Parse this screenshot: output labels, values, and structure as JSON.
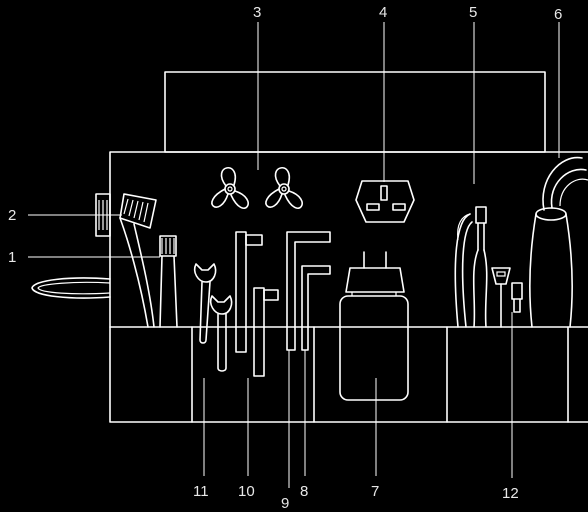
{
  "callouts": [
    {
      "id": "c1",
      "label": "1"
    },
    {
      "id": "c2",
      "label": "2"
    },
    {
      "id": "c3",
      "label": "3"
    },
    {
      "id": "c4",
      "label": "4"
    },
    {
      "id": "c5",
      "label": "5"
    },
    {
      "id": "c6",
      "label": "6"
    },
    {
      "id": "c7",
      "label": "7"
    },
    {
      "id": "c8",
      "label": "8"
    },
    {
      "id": "c9",
      "label": "9"
    },
    {
      "id": "c10",
      "label": "10"
    },
    {
      "id": "c11",
      "label": "11"
    },
    {
      "id": "c12",
      "label": "12"
    }
  ],
  "colors": {
    "background": "#000000",
    "line": "#ffffff",
    "text": "#e8e8e8"
  },
  "illustration": {
    "items": [
      "brush-small-icon",
      "brush-large-icon",
      "fan-blades-icon",
      "uk-plug-icon",
      "usb-cable-icon",
      "tube-bag-icon",
      "eu-charger-icon",
      "hex-key-small-icon",
      "hex-key-large-icon",
      "socket-wrench-icon",
      "open-wrench-icon",
      "usb-adapters-icon"
    ]
  }
}
